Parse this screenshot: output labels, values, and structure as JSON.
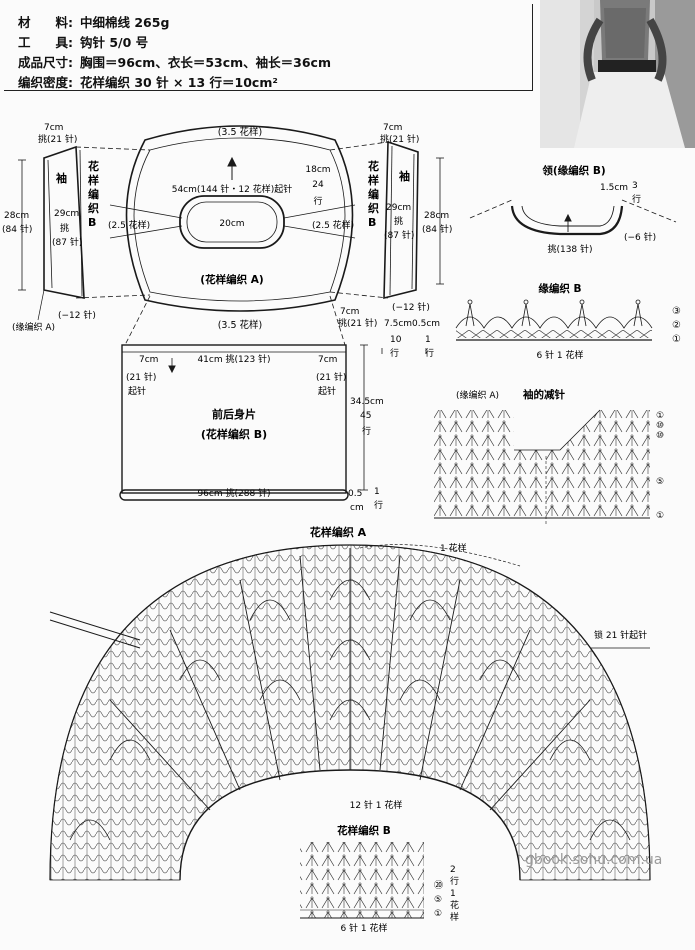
{
  "header": {
    "lines": [
      {
        "label": "材　　料:",
        "value": "中细棉线 265g"
      },
      {
        "label": "工　　具:",
        "value": "钩针 5/0 号"
      },
      {
        "label": "成品尺寸:",
        "value": "胸围＝96cm、衣长＝53cm、袖长＝36cm"
      },
      {
        "label": "编织密度:",
        "value": "花样编织  30 针 × 13 行＝10cm²"
      }
    ]
  },
  "yoke": {
    "top_label": "(3.5 花样)",
    "bottom_label": "(3.5 花样)",
    "left_label": "(2.5 花样)",
    "right_label": "(2.5 花样)",
    "width_label": "54cm(144 针・12 花样)起针",
    "center_label": "20cm",
    "pattern_label": "(花样编织 A)",
    "side_18cm": "18cm",
    "side_24": "24",
    "side_rows": "行"
  },
  "sleeve_left": {
    "top_cm": "7cm",
    "top_pick": "挑(21 针)",
    "name_lines": [
      "袖",
      "花",
      "样",
      "编",
      "织",
      "B"
    ],
    "len_cm": "28cm",
    "len_st": "(84 针)",
    "w_cm": "29cm",
    "w_pick": "挑",
    "w_st": "(87 针)",
    "dec": "(−12 针)",
    "edge": "(缘编织 A)"
  },
  "sleeve_right": {
    "top_cm": "7cm",
    "top_pick": "挑(21 针)",
    "name_lines": [
      "袖",
      "花",
      "样",
      "编",
      "织",
      "B"
    ],
    "len_cm": "28cm",
    "len_st": "(84 针)",
    "w_cm": "29cm",
    "w_pick": "挑",
    "w_st": "(87 针)",
    "dec": "(−12 针)"
  },
  "collar": {
    "title": "领(缘编织 B)",
    "height": "1.5cm",
    "rows": "3",
    "rows_unit": "行",
    "pick": "挑(138 针)",
    "dec": "(−6 针)"
  },
  "edge_b": {
    "title": "缘编织 B",
    "repeat": "6 针 1 花样",
    "rows": [
      "③",
      "②",
      "①"
    ]
  },
  "body": {
    "seven_left": "7cm",
    "seven_right": "7cm",
    "top_pick": "41cm 挑(123 针)",
    "left_st": "(21 针)",
    "left_start": "起针",
    "right_st": "(21 针)",
    "right_start": "起针",
    "title": "前后身片",
    "pattern": "(花样编织 B)",
    "height_cm": "34.5cm",
    "height_rows": "45",
    "height_unit": "行",
    "bottom_pick": "96cm 挑(288 针)",
    "hem_cm": "0.5",
    "hem_unit": "cm",
    "hem_rows": "1",
    "hem_row_unit": "行",
    "pick_note": "7cm",
    "pick_st": "挑(21 针)",
    "side_75": "7.5cm",
    "side_05": "0.5cm",
    "side_10": "10",
    "side_1": "1",
    "side_rows": "行",
    "dec": "(−12 针)"
  },
  "sleeve_dec": {
    "title": "袖的减针",
    "edge": "(缘编织 A)",
    "rows": [
      "①",
      "⑩",
      "⑩",
      "⑤",
      "①"
    ]
  },
  "pattern_a": {
    "title": "花样编织 A",
    "repeat": "1 花样",
    "chain": "锁 21 针起针",
    "inner_repeat": "12 针 1 花样"
  },
  "pattern_b": {
    "title": "花样编织 B",
    "repeat": "6 针 1 花样",
    "rows_note_lines": [
      "2",
      "行",
      "1",
      "花",
      "样"
    ],
    "row_nums": [
      "⑳",
      "⑤",
      "①"
    ]
  },
  "watermark": "gbook.sohu.com.ua",
  "colors": {
    "ink": "#1a1a1a",
    "paper": "#fbfbfb"
  }
}
